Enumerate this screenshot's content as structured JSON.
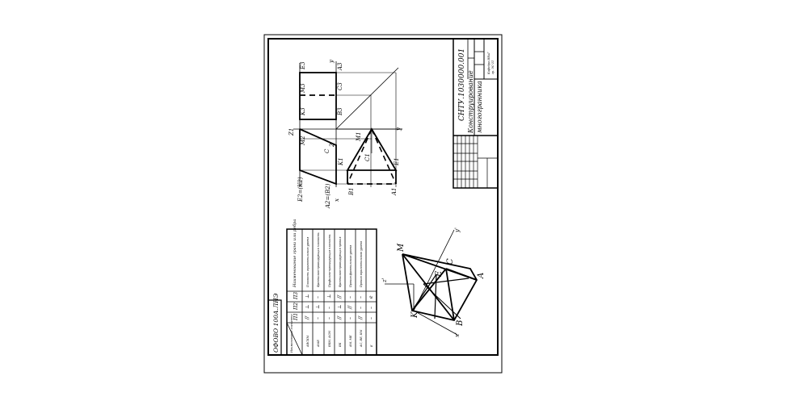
{
  "stamp": {
    "code": "СНТУ.1030000.001",
    "title_line1": "Конструирование",
    "title_line2": "многогранника",
    "small_text_1": "Кафедра ИКиГ",
    "small_text_2": "гр. ЭС-21",
    "corner_code": "ОФОВО 100А.ЛНЭ"
  },
  "front_view": {
    "labels": {
      "e3": "E3",
      "m3": "M3",
      "k3": "K3",
      "a3": "A3",
      "c3": "C3",
      "b3": "B3",
      "y_top": "y",
      "z1": "Z1",
      "y_mid": "y",
      "e2k2": "E2=(K2)",
      "a2b2": "A2=(B2)",
      "x": "x",
      "m2": "M2",
      "c": "C",
      "c2": "2",
      "m1": "M1",
      "k1": "K1",
      "c1": "C1",
      "e1": "E1",
      "b1": "B1",
      "a1": "A1"
    }
  },
  "iso_view": {
    "labels": {
      "M": "M",
      "C": "C",
      "E": "E",
      "A": "A",
      "K": "K",
      "B": "B",
      "z": "z'",
      "y": "y'",
      "x": "x'"
    }
  },
  "table": {
    "headers": {
      "elements": "Наименование элемента",
      "p1": "П1",
      "p2": "П2",
      "p3": "П3",
      "name": "Наименование грани или ребра"
    },
    "rows": [
      {
        "el": "АВСКМ",
        "p1": "//",
        "p2": "⊥",
        "p3": "⊥",
        "name": "Плоскость горизонтального уровня"
      },
      {
        "el": "АМЕ",
        "p1": "–",
        "p2": "⊥",
        "p3": "–",
        "name": "Фронтально-проецирующая плоскость"
      },
      {
        "el": "ВКМ, АСМ",
        "p1": "–",
        "p2": "–",
        "p3": "⊥",
        "name": "Профильно-проецирующая плоскость"
      },
      {
        "el": "ВК",
        "p1": "//",
        "p2": "⊥",
        "p3": "//",
        "name": "Фронтально-проецирующая прямая"
      },
      {
        "el": "АМ, МЕ",
        "p1": "–",
        "p2": "//",
        "p3": "–",
        "name": "Прямая фронтального уровня"
      },
      {
        "el": "АС, ВЕ, КМ",
        "p1": "//",
        "p2": "–",
        "p3": "–",
        "name": "Прямая горизонтального уровня"
      },
      {
        "el": "Е",
        "p1": "–",
        "p2": "–",
        "p3": "е",
        "name": ""
      }
    ]
  }
}
